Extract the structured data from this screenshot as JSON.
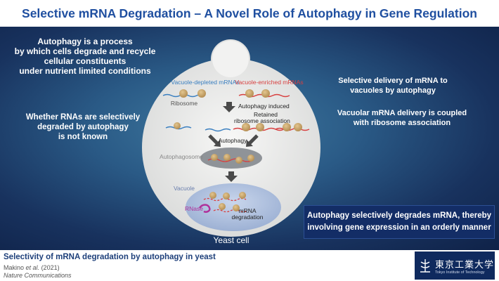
{
  "title": "Selective mRNA Degradation – A Novel Role of Autophagy in Gene Regulation",
  "left_text_1": [
    "Autophagy is a process",
    "by which cells degrade and recycle",
    "cellular constituents",
    "under nutrient limited conditions"
  ],
  "left_text_2": [
    "Whether RNAs are selectively",
    "degraded by autophagy",
    "is not known"
  ],
  "right_text_1": [
    "Selective delivery of mRNA to",
    "vacuoles by autophagy"
  ],
  "right_text_2": [
    "Vacuolar mRNA delivery is coupled",
    "with ribosome association"
  ],
  "summary": [
    "Autophagy selectively degrades mRNA, thereby",
    "involving gene expression in an orderly manner"
  ],
  "diagram": {
    "vacuole_depleted_label": "Vacuole-depleted mRNAs",
    "vacuole_enriched_label": "Vacuole-enriched mRNAs",
    "ribosome_label": "Ribosome",
    "autophagy_induced_label": "Autophagy induced",
    "retained_label_1": "Retained",
    "retained_label_2": "ribosome association",
    "autophagy_label": "Autophagy",
    "autophagosome_label": "Autophagosome",
    "vacuole_label": "Vacuole",
    "rnase_label": "RNase",
    "mrna_degradation_label_1": "mRNA",
    "mrna_degradation_label_2": "degradation",
    "yeast_cell_label": "Yeast cell"
  },
  "colors": {
    "title": "#1f4fa0",
    "depleted_label": "#3a7fc0",
    "enriched_label": "#d84040",
    "rnase": "#b0309a",
    "ribosome": "#c9a46a",
    "summary_box": "#132d66"
  },
  "footer": {
    "title": "Selectivity of mRNA degradation by autophagy in yeast",
    "authors_name": "Makino",
    "authors_etal": "et al.",
    "authors_year": "(2021)",
    "journal": "Nature Communications",
    "logo_text_jp": "東京工業大学",
    "logo_text_en": "Tokyo Institute of Technology"
  }
}
